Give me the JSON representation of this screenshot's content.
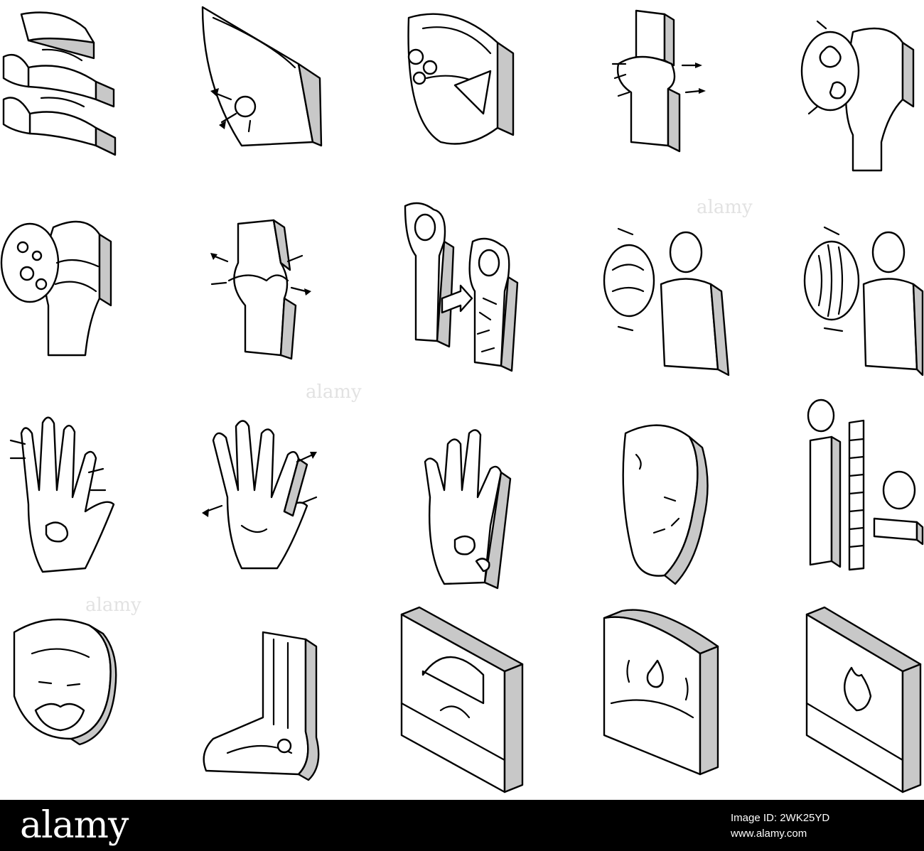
{
  "watermark": {
    "brand": "alamy"
  },
  "footer": {
    "brand": "alamy",
    "image_id": "Image ID: 2WK25YD",
    "url": "www.alamy.com",
    "background": "#000000",
    "text_color": "#ffffff"
  },
  "icons": [
    {
      "name": "spine-vertebrae-icon"
    },
    {
      "name": "bruised-leg-icon"
    },
    {
      "name": "intestine-icon"
    },
    {
      "name": "knee-joint-pain-icon"
    },
    {
      "name": "knee-bacteria-magnifier-icon"
    },
    {
      "name": "knee-cells-magnifier-icon"
    },
    {
      "name": "damaged-knee-cartilage-icon"
    },
    {
      "name": "healthy-vs-osteoporosis-bone-icon"
    },
    {
      "name": "person-joint-magnifier-icon"
    },
    {
      "name": "person-muscle-magnifier-icon"
    },
    {
      "name": "hand-joint-pain-icon"
    },
    {
      "name": "arthritic-hand-icon"
    },
    {
      "name": "hand-skin-spots-icon"
    },
    {
      "name": "foot-sole-icon"
    },
    {
      "name": "person-spine-icon"
    },
    {
      "name": "elderly-woman-icon"
    },
    {
      "name": "ankle-foot-joint-icon"
    },
    {
      "name": "red-light-therapy-icon"
    },
    {
      "name": "cold-water-therapy-icon"
    },
    {
      "name": "heat-fire-therapy-icon"
    }
  ]
}
